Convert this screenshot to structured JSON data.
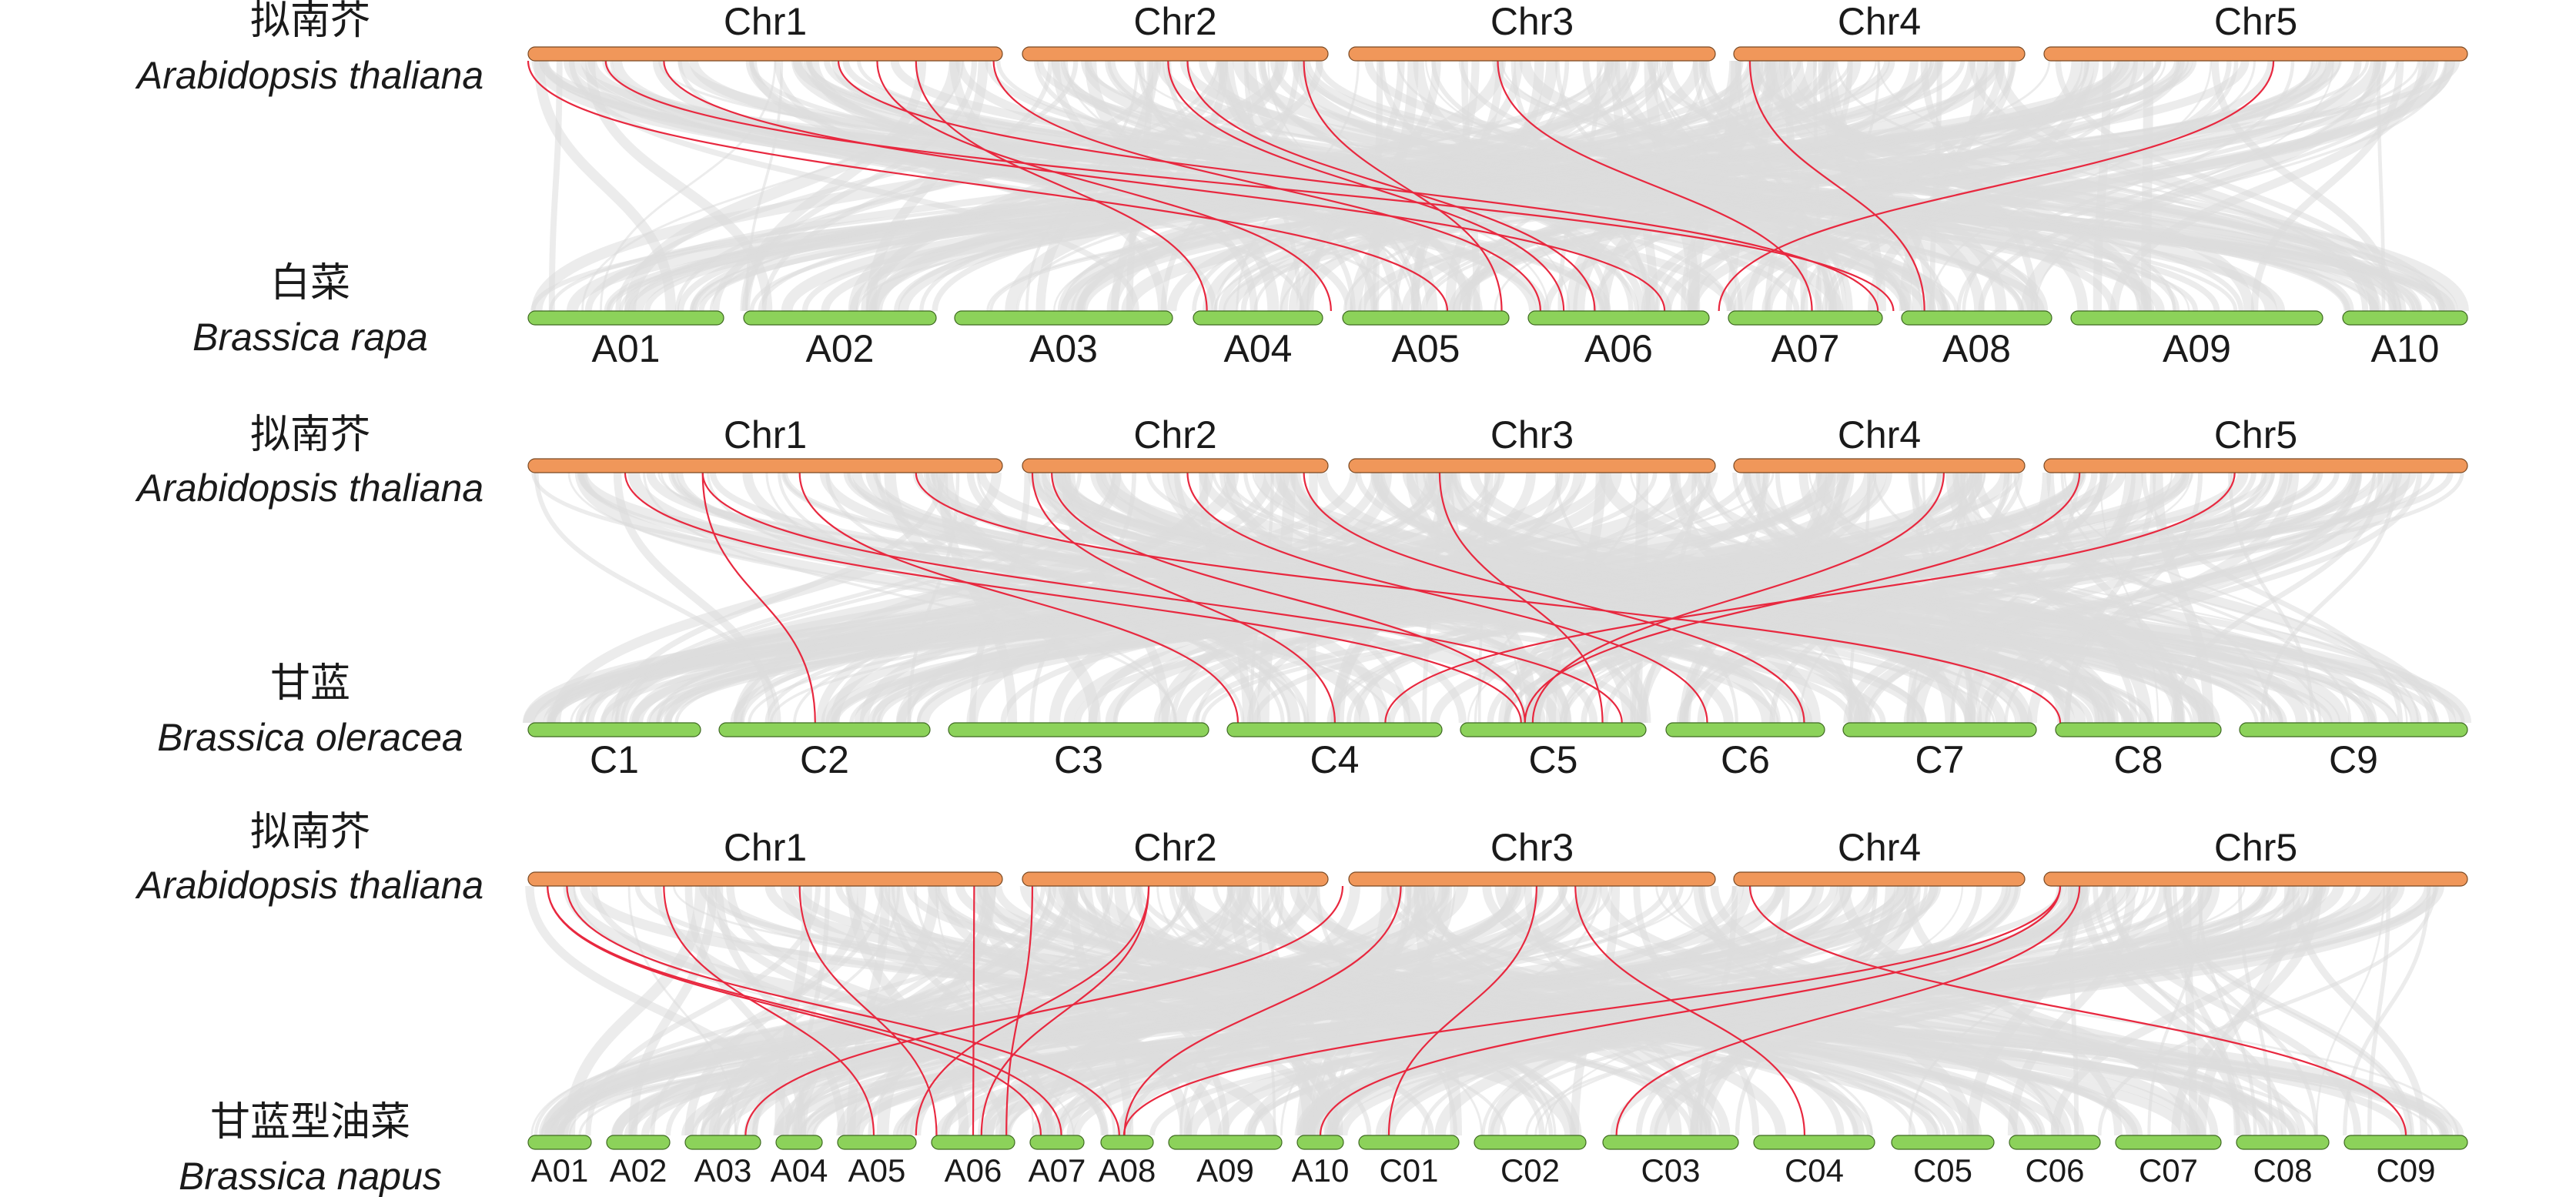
{
  "colors": {
    "reference_chr": "#f0975a",
    "target_chr": "#8cd25a",
    "background_links": "#dcdcdc",
    "highlight_links": "#e8283f"
  },
  "panels": [
    {
      "reference": {
        "common_name": "拟南芥",
        "species": "Arabidopsis thaliana",
        "chromosomes": [
          "Chr1",
          "Chr2",
          "Chr3",
          "Chr4",
          "Chr5"
        ]
      },
      "target": {
        "common_name": "白菜",
        "species": "Brassica rapa",
        "chromosomes": [
          "A01",
          "A02",
          "A03",
          "A04",
          "A05",
          "A06",
          "A07",
          "A08",
          "A09",
          "A10"
        ]
      }
    },
    {
      "reference": {
        "common_name": "拟南芥",
        "species": "Arabidopsis thaliana",
        "chromosomes": [
          "Chr1",
          "Chr2",
          "Chr3",
          "Chr4",
          "Chr5"
        ]
      },
      "target": {
        "common_name": "甘蓝",
        "species": "Brassica oleracea",
        "chromosomes": [
          "C1",
          "C2",
          "C3",
          "C4",
          "C5",
          "C6",
          "C7",
          "C8",
          "C9"
        ]
      }
    },
    {
      "reference": {
        "common_name": "拟南芥",
        "species": "Arabidopsis thaliana",
        "chromosomes": [
          "Chr1",
          "Chr2",
          "Chr3",
          "Chr4",
          "Chr5"
        ]
      },
      "target": {
        "common_name": "甘蓝型油菜",
        "species": "Brassica napus",
        "chromosomes": [
          "A01",
          "A02",
          "A03",
          "A04",
          "A05",
          "A06",
          "A07",
          "A08",
          "A09",
          "A10",
          "C01",
          "C02",
          "C03",
          "C04",
          "C05",
          "C06",
          "C07",
          "C08",
          "C09"
        ]
      }
    }
  ]
}
